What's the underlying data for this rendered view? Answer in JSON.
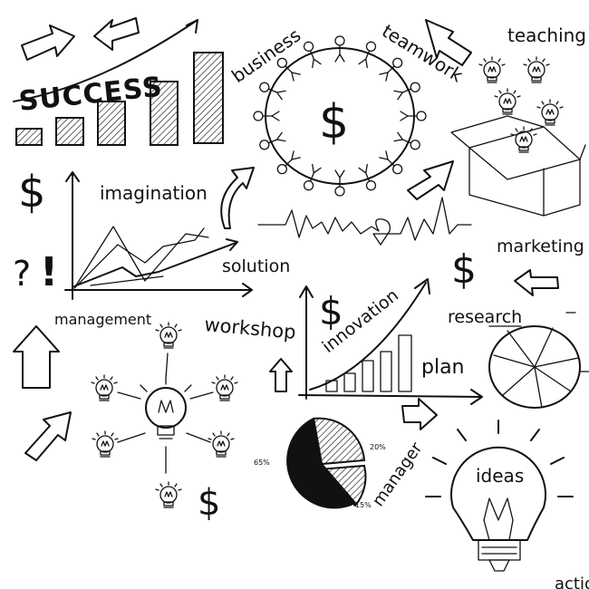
{
  "words": {
    "success": "SUCCESS",
    "business": "business",
    "teamwork": "teamwork",
    "teaching": "teaching",
    "imagination": "imagination",
    "solution": "solution",
    "marketing": "marketing",
    "management": "management",
    "workshop": "workshop",
    "innovation": "innovation",
    "research": "research",
    "plan": "plan",
    "manager": "manager",
    "ideas": "ideas",
    "action": "action"
  },
  "symbols": {
    "dollar": "$",
    "question": "?",
    "exclamation": "!"
  },
  "pie_labels": {
    "left": "65%",
    "top_right": "20%",
    "bottom_right": "15%"
  },
  "colors": {
    "ink": "#111111",
    "paper": "#ffffff"
  }
}
